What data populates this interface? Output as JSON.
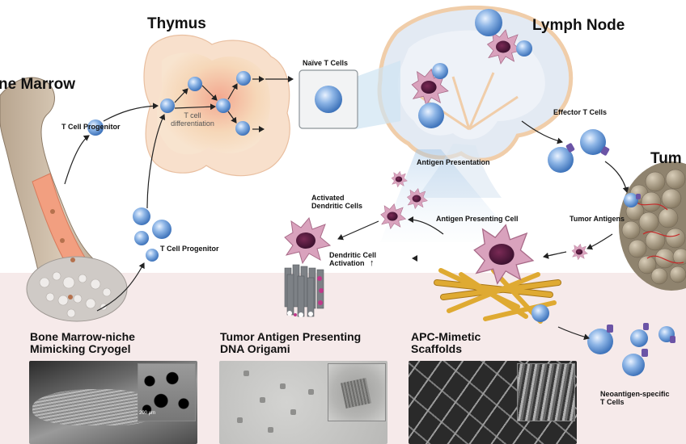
{
  "organs": {
    "bone_marrow": "ne Marrow",
    "thymus": "Thymus",
    "lymph_node": "Lymph Node",
    "tumor": "Tum"
  },
  "labels": {
    "t_cell_progenitor_top": "T Cell Progenitor",
    "t_cell_progenitor_bottom": "T Cell Progenitor",
    "t_cell_diff_line1": "T cell",
    "t_cell_diff_line2": "differentiation",
    "naive_t_cells": "Naïve T Cells",
    "effector_t_cells": "Effector T Cells",
    "antigen_presentation": "Antigen Presentation",
    "activated_dc_line1": "Activated",
    "activated_dc_line2": "Dendritic Cells",
    "apc": "Antigen Presenting Cell",
    "tumor_antigens": "Tumor Antigens",
    "dc_activation_line1": "Dendritic Cell",
    "dc_activation_line2": "Activation",
    "up_arrow": "↑",
    "neoantigen_line1": "Neoantigen-specific",
    "neoantigen_line2": "T Cells"
  },
  "platforms": [
    {
      "line1": "Bone Marrow-niche",
      "line2": "Mimicking Cryogel"
    },
    {
      "line1": "Tumor Antigen Presenting",
      "line2": "DNA Origami"
    },
    {
      "line1": "APC-Mimetic",
      "line2": "Scaffolds"
    }
  ],
  "scale_bar": "200 μm",
  "colors": {
    "t_cell": "#5b8fd0",
    "dendritic_cell": "#c98aa6",
    "bone": "#c9b8a3",
    "thymus": "#f6d7b8",
    "lymph_node": "#dce6f2",
    "tumor": "#9a8e7c",
    "scaffold_rod": "#d9a227",
    "bottom_band": "#f6eaea"
  }
}
